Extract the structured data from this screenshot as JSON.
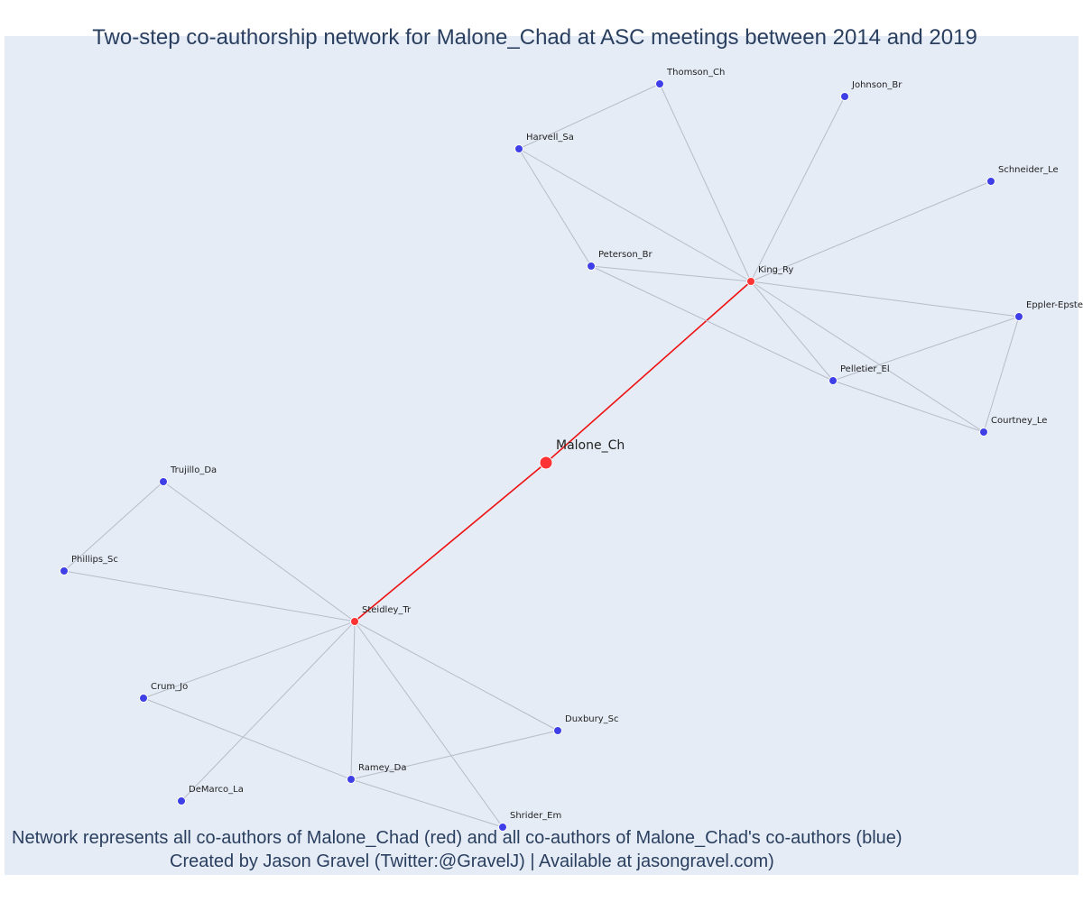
{
  "title": "Two-step co-authorship network for Malone_Chad at ASC meetings between 2014 and 2019",
  "caption_line1": "Network represents all co-authors of Malone_Chad (red) and all co-authors of Malone_Chad's co-authors (blue)",
  "caption_line2": "Created by Jason Gravel (Twitter:@GravelJ) | Available at jasongravel.com)",
  "colors": {
    "background": "#e5ecf6",
    "edge": "#b8bcc8",
    "focal_edge": "#ee1111",
    "coauthor": "#ff3333",
    "second_step": "#3f3fe8",
    "node_outline": "#ffffff",
    "label": "#222222",
    "title": "#2a3f5f"
  },
  "network": {
    "nodes": [
      {
        "id": "Malone_Ch",
        "role": "focal"
      },
      {
        "id": "King_Ry",
        "role": "coauthor"
      },
      {
        "id": "Steidley_Tr",
        "role": "coauthor"
      },
      {
        "id": "Thomson_Ch",
        "role": "second_step"
      },
      {
        "id": "Johnson_Br",
        "role": "second_step"
      },
      {
        "id": "Harvell_Sa",
        "role": "second_step"
      },
      {
        "id": "Schneider_Le",
        "role": "second_step"
      },
      {
        "id": "Peterson_Br",
        "role": "second_step"
      },
      {
        "id": "Eppler-Epstein_Sa",
        "label": "Eppler-Epste",
        "role": "second_step"
      },
      {
        "id": "Pelletier_El",
        "role": "second_step"
      },
      {
        "id": "Courtney_Le",
        "role": "second_step"
      },
      {
        "id": "Trujillo_Da",
        "role": "second_step"
      },
      {
        "id": "Phillips_Sc",
        "role": "second_step"
      },
      {
        "id": "Crum_Jo",
        "role": "second_step"
      },
      {
        "id": "Duxbury_Sc",
        "role": "second_step"
      },
      {
        "id": "Ramey_Da",
        "role": "second_step"
      },
      {
        "id": "DeMarco_La",
        "role": "second_step"
      },
      {
        "id": "Shrider_Em",
        "role": "second_step"
      }
    ],
    "edges": [
      [
        "Malone_Ch",
        "King_Ry"
      ],
      [
        "Malone_Ch",
        "Steidley_Tr"
      ],
      [
        "Harvell_Sa",
        "Thomson_Ch"
      ],
      [
        "Harvell_Sa",
        "Peterson_Br"
      ],
      [
        "Harvell_Sa",
        "King_Ry"
      ],
      [
        "Thomson_Ch",
        "King_Ry"
      ],
      [
        "Johnson_Br",
        "King_Ry"
      ],
      [
        "Schneider_Le",
        "King_Ry"
      ],
      [
        "Peterson_Br",
        "King_Ry"
      ],
      [
        "Peterson_Br",
        "Pelletier_El"
      ],
      [
        "King_Ry",
        "Eppler-Epstein_Sa"
      ],
      [
        "King_Ry",
        "Pelletier_El"
      ],
      [
        "King_Ry",
        "Courtney_Le"
      ],
      [
        "Pelletier_El",
        "Eppler-Epstein_Sa"
      ],
      [
        "Pelletier_El",
        "Courtney_Le"
      ],
      [
        "Eppler-Epstein_Sa",
        "Courtney_Le"
      ],
      [
        "Trujillo_Da",
        "Phillips_Sc"
      ],
      [
        "Trujillo_Da",
        "Steidley_Tr"
      ],
      [
        "Phillips_Sc",
        "Steidley_Tr"
      ],
      [
        "Steidley_Tr",
        "Crum_Jo"
      ],
      [
        "Steidley_Tr",
        "DeMarco_La"
      ],
      [
        "Steidley_Tr",
        "Ramey_Da"
      ],
      [
        "Steidley_Tr",
        "Shrider_Em"
      ],
      [
        "Steidley_Tr",
        "Duxbury_Sc"
      ],
      [
        "Crum_Jo",
        "Ramey_Da"
      ],
      [
        "Ramey_Da",
        "Duxbury_Sc"
      ],
      [
        "Ramey_Da",
        "Shrider_Em"
      ]
    ]
  }
}
